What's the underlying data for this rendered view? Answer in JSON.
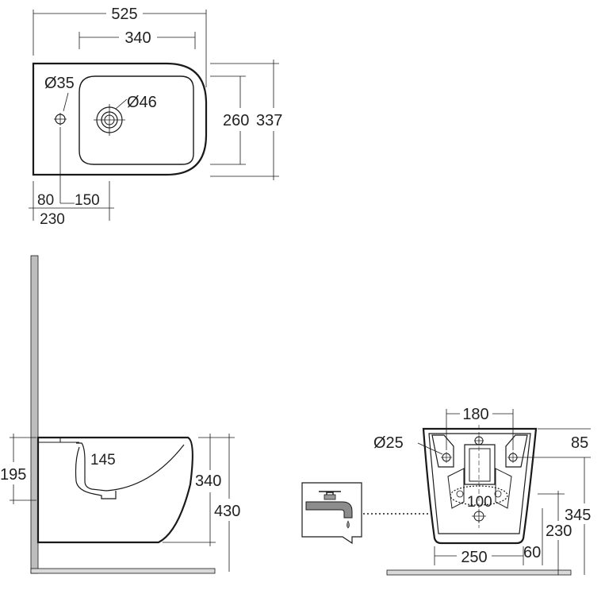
{
  "colors": {
    "line": "#1a1a1a",
    "fixture_fill": "#ffffff",
    "floor_gray": "#d9d9d9",
    "wall_gray": "#bdbdbd"
  },
  "top_view": {
    "overall_width": "525",
    "bowl_width": "340",
    "tap_hole_dia": "Ø35",
    "waste_dia": "Ø46",
    "bowl_depth": "260",
    "overall_depth": "337",
    "offset_80": "80",
    "offset_150": "150",
    "offset_230": "230"
  },
  "side_view": {
    "rim_depth": "195",
    "inner_depth": "145",
    "height_340": "340",
    "height_430": "430"
  },
  "rear_view": {
    "fixing_spacing": "180",
    "fixing_dia": "Ø25",
    "top_offset": "85",
    "waste_dia": "100",
    "base_width": "250",
    "height_345": "345",
    "height_230": "230",
    "offset_60": "60"
  },
  "icons": {
    "water_supply": "water-tap-icon"
  }
}
